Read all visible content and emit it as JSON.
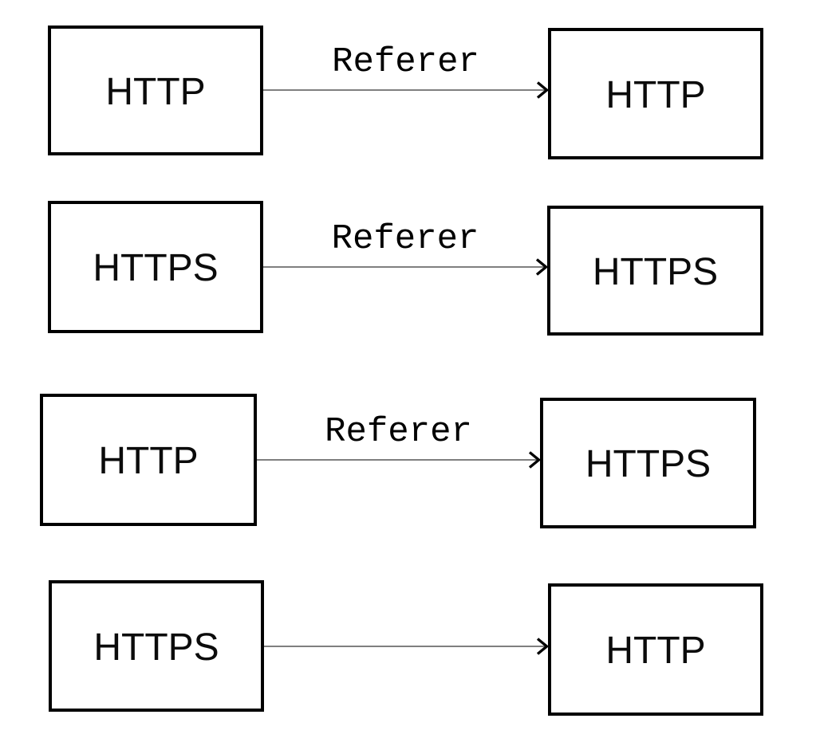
{
  "diagram": {
    "rows": [
      {
        "source": "HTTP",
        "target": "HTTP",
        "arrow_label": "Referer"
      },
      {
        "source": "HTTPS",
        "target": "HTTPS",
        "arrow_label": "Referer"
      },
      {
        "source": "HTTP",
        "target": "HTTPS",
        "arrow_label": "Referer"
      },
      {
        "source": "HTTPS",
        "target": "HTTP",
        "arrow_label": ""
      }
    ]
  },
  "colors": {
    "background": "#ffffff",
    "node_border": "#000000",
    "node_text": "#0b0b0b",
    "arrow_shaft": "#7f7f7f",
    "arrow_head": "#000000",
    "arrow_label_text": "#000000"
  }
}
